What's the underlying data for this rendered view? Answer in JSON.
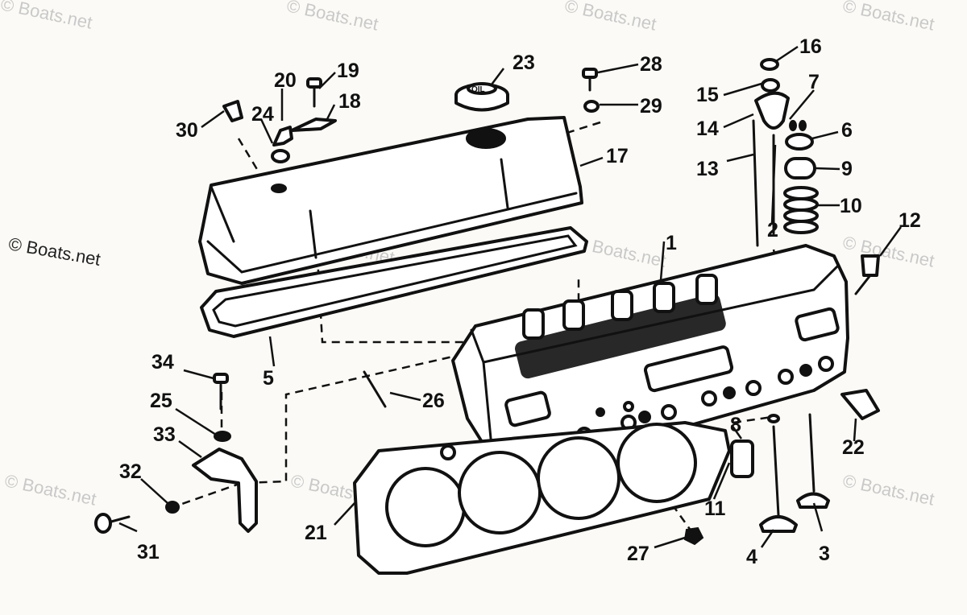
{
  "watermark": "© Boats.net",
  "callouts": {
    "p1": "1",
    "p2": "2",
    "p3": "3",
    "p4": "4",
    "p5": "5",
    "p6": "6",
    "p7": "7",
    "p8": "8",
    "p9": "9",
    "p10": "10",
    "p11": "11",
    "p12": "12",
    "p13": "13",
    "p14": "14",
    "p15": "15",
    "p16": "16",
    "p17": "17",
    "p18": "18",
    "p19": "19",
    "p20": "20",
    "p21": "21",
    "p22": "22",
    "p23": "23",
    "p24": "24",
    "p25": "25",
    "p26": "26",
    "p27": "27",
    "p28": "28",
    "p29": "29",
    "p30": "30",
    "p31": "31",
    "p32": "32",
    "p33": "33",
    "p34": "34"
  },
  "cap_label": "OIL"
}
